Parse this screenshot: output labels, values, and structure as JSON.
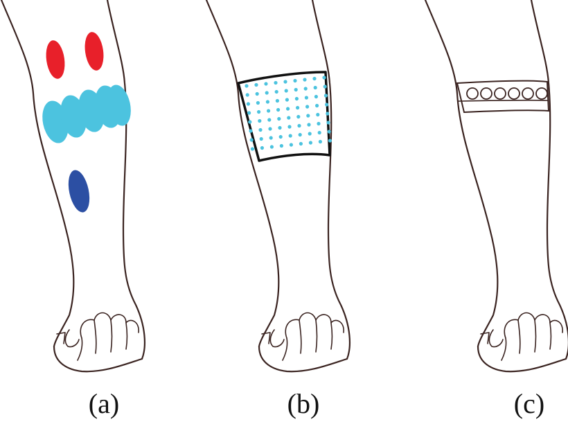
{
  "panels": [
    {
      "label": "(a)"
    },
    {
      "label": "(b)"
    },
    {
      "label": "(c)"
    }
  ],
  "colors": {
    "outline": "#3a2320",
    "red_electrodes": "#e8202a",
    "cyan_electrodes": "#4cc3df",
    "blue_electrode": "#2c4fa3",
    "grid_dots": "#4cc3df"
  }
}
